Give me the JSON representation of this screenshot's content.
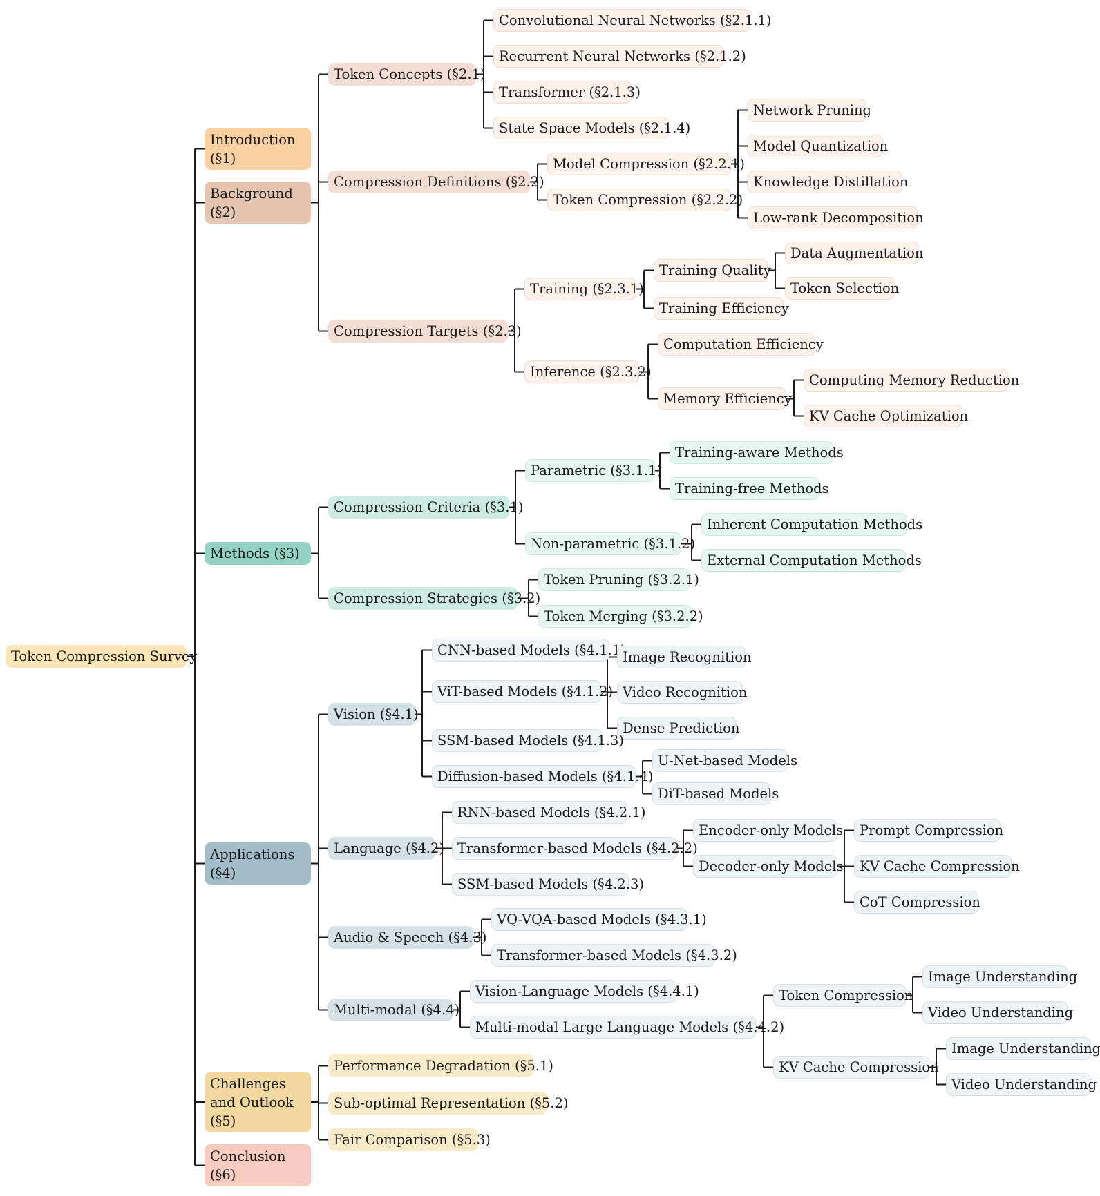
{
  "root": {
    "id": "root",
    "label": "Token Compression Survey"
  },
  "colors": {
    "line": "#1a1a1a",
    "root": "#fce6b8",
    "intro": "#f9d1a3",
    "background_l1": "#e6c6b3",
    "background_l2": "#f4ddd4",
    "background_l3": "#fdf1ec",
    "background_border": "#f1dcd3",
    "methods_l1": "#94d3c4",
    "methods_l2": "#cdebe3",
    "methods_l3": "#e8f6f2",
    "methods_border": "#cdebe1",
    "apps_l1": "#a3bdc8",
    "apps_l2": "#d6e1e7",
    "apps_l3": "#eef3f6",
    "apps_border": "#d7e2e7",
    "challenges_l1": "#f1d9a1",
    "challenges_l2": "#f8ebc8",
    "conclusion_l1": "#f8cbc0"
  },
  "sections": [
    {
      "id": "s1",
      "label": "Introduction\n(§1)",
      "children": []
    },
    {
      "id": "s2",
      "label": "Background\n(§2)",
      "children": [
        {
          "id": "s2_1",
          "label": "Token Concepts (§2.1)",
          "children": [
            {
              "id": "s2_1_1",
              "label": "Convolutional Neural Networks (§2.1.1)",
              "children": []
            },
            {
              "id": "s2_1_2",
              "label": "Recurrent Neural Networks (§2.1.2)",
              "children": []
            },
            {
              "id": "s2_1_3",
              "label": "Transformer (§2.1.3)",
              "children": []
            },
            {
              "id": "s2_1_4",
              "label": "State Space Models (§2.1.4)",
              "children": []
            }
          ]
        },
        {
          "id": "s2_2",
          "label": "Compression Definitions (§2.2)",
          "children": [
            {
              "id": "s2_2_1",
              "label": "Model Compression (§2.2.1)",
              "children": [
                {
                  "id": "s2_2_1_a",
                  "label": "Network Pruning",
                  "children": []
                },
                {
                  "id": "s2_2_1_b",
                  "label": "Model Quantization",
                  "children": []
                },
                {
                  "id": "s2_2_1_c",
                  "label": "Knowledge Distillation",
                  "children": []
                },
                {
                  "id": "s2_2_1_d",
                  "label": "Low-rank Decomposition",
                  "children": []
                }
              ]
            },
            {
              "id": "s2_2_2",
              "label": "Token Compression (§2.2.2)",
              "children": []
            }
          ]
        },
        {
          "id": "s2_3",
          "label": "Compression Targets (§2.3)",
          "children": [
            {
              "id": "s2_3_1",
              "label": "Training (§2.3.1)",
              "children": [
                {
                  "id": "s2_3_1_a",
                  "label": "Training Quality",
                  "children": [
                    {
                      "id": "s2_3_1_a1",
                      "label": "Data Augmentation",
                      "children": []
                    },
                    {
                      "id": "s2_3_1_a2",
                      "label": "Token Selection",
                      "children": []
                    }
                  ]
                },
                {
                  "id": "s2_3_1_b",
                  "label": "Training Efficiency",
                  "children": []
                }
              ]
            },
            {
              "id": "s2_3_2",
              "label": "Inference (§2.3.2)",
              "children": [
                {
                  "id": "s2_3_2_a",
                  "label": "Computation Efficiency",
                  "children": []
                },
                {
                  "id": "s2_3_2_b",
                  "label": "Memory Efficiency",
                  "children": [
                    {
                      "id": "s2_3_2_b1",
                      "label": "Computing Memory Reduction",
                      "children": []
                    },
                    {
                      "id": "s2_3_2_b2",
                      "label": "KV Cache Optimization",
                      "children": []
                    }
                  ]
                }
              ]
            }
          ]
        }
      ]
    },
    {
      "id": "s3",
      "label": "Methods (§3)",
      "children": [
        {
          "id": "s3_1",
          "label": "Compression Criteria (§3.1)",
          "children": [
            {
              "id": "s3_1_1",
              "label": "Parametric (§3.1.1)",
              "children": [
                {
                  "id": "s3_1_1_a",
                  "label": "Training-aware Methods",
                  "children": []
                },
                {
                  "id": "s3_1_1_b",
                  "label": "Training-free Methods",
                  "children": []
                }
              ]
            },
            {
              "id": "s3_1_2",
              "label": "Non-parametric (§3.1.2)",
              "children": [
                {
                  "id": "s3_1_2_a",
                  "label": "Inherent Computation Methods",
                  "children": []
                },
                {
                  "id": "s3_1_2_b",
                  "label": "External Computation Methods",
                  "children": []
                }
              ]
            }
          ]
        },
        {
          "id": "s3_2",
          "label": "Compression Strategies (§3.2)",
          "children": [
            {
              "id": "s3_2_1",
              "label": "Token Pruning (§3.2.1)",
              "children": []
            },
            {
              "id": "s3_2_2",
              "label": "Token Merging (§3.2.2)",
              "children": []
            }
          ]
        }
      ]
    },
    {
      "id": "s4",
      "label": "Applications\n(§4)",
      "children": [
        {
          "id": "s4_1",
          "label": "Vision (§4.1)",
          "children": [
            {
              "id": "s4_1_1",
              "label": "CNN-based Models (§4.1.1)",
              "children": []
            },
            {
              "id": "s4_1_2",
              "label": "ViT-based Models (§4.1.2)",
              "children": [
                {
                  "id": "s4_1_2_a",
                  "label": "Image Recognition",
                  "children": []
                },
                {
                  "id": "s4_1_2_b",
                  "label": "Video Recognition",
                  "children": []
                },
                {
                  "id": "s4_1_2_c",
                  "label": "Dense Prediction",
                  "children": []
                }
              ]
            },
            {
              "id": "s4_1_3",
              "label": "SSM-based Models (§4.1.3)",
              "children": []
            },
            {
              "id": "s4_1_4",
              "label": "Diffusion-based Models (§4.1.4)",
              "children": [
                {
                  "id": "s4_1_4_a",
                  "label": "U-Net-based Models",
                  "children": []
                },
                {
                  "id": "s4_1_4_b",
                  "label": "DiT-based Models",
                  "children": []
                }
              ]
            }
          ]
        },
        {
          "id": "s4_2",
          "label": "Language (§4.2)",
          "children": [
            {
              "id": "s4_2_1",
              "label": "RNN-based Models (§4.2.1)",
              "children": []
            },
            {
              "id": "s4_2_2",
              "label": "Transformer-based Models (§4.2.2)",
              "children": [
                {
                  "id": "s4_2_2_a",
                  "label": "Encoder-only Models",
                  "children": []
                },
                {
                  "id": "s4_2_2_b",
                  "label": "Decoder-only Models",
                  "children": [
                    {
                      "id": "s4_2_2_b1",
                      "label": "Prompt Compression",
                      "children": []
                    },
                    {
                      "id": "s4_2_2_b2",
                      "label": "KV Cache Compression",
                      "children": []
                    },
                    {
                      "id": "s4_2_2_b3",
                      "label": "CoT Compression",
                      "children": []
                    }
                  ]
                }
              ]
            },
            {
              "id": "s4_2_3",
              "label": "SSM-based Models (§4.2.3)",
              "children": []
            }
          ]
        },
        {
          "id": "s4_3",
          "label": "Audio & Speech (§4.3)",
          "children": [
            {
              "id": "s4_3_1",
              "label": "VQ-VQA-based Models (§4.3.1)",
              "children": []
            },
            {
              "id": "s4_3_2",
              "label": "Transformer-based Models (§4.3.2)",
              "children": []
            }
          ]
        },
        {
          "id": "s4_4",
          "label": "Multi-modal (§4.4)",
          "children": [
            {
              "id": "s4_4_1",
              "label": "Vision-Language Models (§4.4.1)",
              "children": []
            },
            {
              "id": "s4_4_2",
              "label": "Multi-modal Large Language Models (§4.4.2)",
              "children": [
                {
                  "id": "s4_4_2_a",
                  "label": "Token Compression",
                  "children": [
                    {
                      "id": "s4_4_2_a1",
                      "label": "Image Understanding",
                      "children": []
                    },
                    {
                      "id": "s4_4_2_a2",
                      "label": "Video Understanding",
                      "children": []
                    }
                  ]
                },
                {
                  "id": "s4_4_2_b",
                  "label": "KV Cache Compression",
                  "children": [
                    {
                      "id": "s4_4_2_b1",
                      "label": "Image Understanding",
                      "children": []
                    },
                    {
                      "id": "s4_4_2_b2",
                      "label": "Video Understanding",
                      "children": []
                    }
                  ]
                }
              ]
            }
          ]
        }
      ]
    },
    {
      "id": "s5",
      "label": "Challenges\nand Outlook\n(§5)",
      "children": [
        {
          "id": "s5_1",
          "label": "Performance Degradation (§5.1)",
          "children": []
        },
        {
          "id": "s5_2",
          "label": "Sub-optimal Representation (§5.2)",
          "children": []
        },
        {
          "id": "s5_3",
          "label": "Fair Comparison (§5.3)",
          "children": []
        }
      ]
    },
    {
      "id": "s6",
      "label": "Conclusion\n(§6)",
      "children": []
    }
  ]
}
